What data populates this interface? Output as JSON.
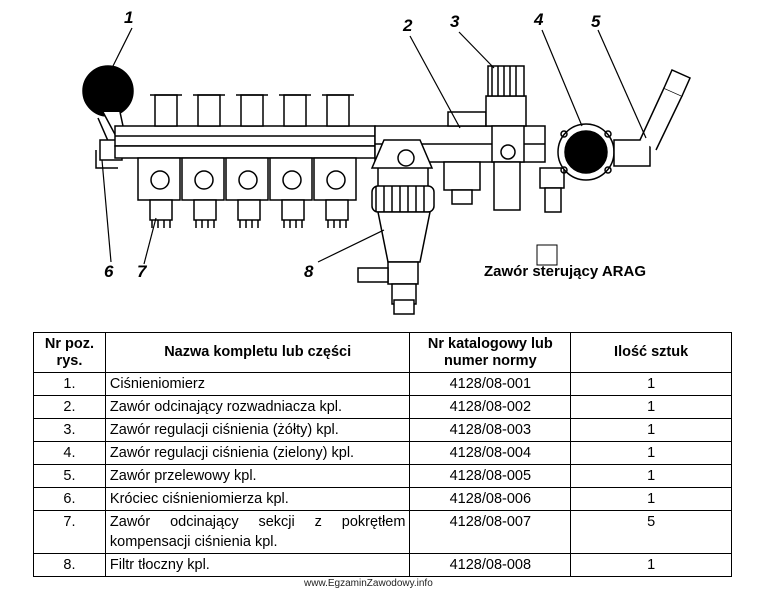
{
  "drawing": {
    "callouts": [
      "1",
      "2",
      "3",
      "4",
      "5",
      "6",
      "7",
      "8"
    ],
    "caption": "Zawór sterujący ARAG"
  },
  "table": {
    "headers": {
      "col1": "Nr poz. rys.",
      "col2": "Nazwa kompletu lub części",
      "col3": "Nr katalogowy lub numer normy",
      "col4": "Ilość sztuk"
    },
    "rows": [
      {
        "nr": "1.",
        "name": "Ciśnieniomierz",
        "catalog": "4128/08-001",
        "qty": "1"
      },
      {
        "nr": "2.",
        "name": "Zawór odcinający rozwadniacza kpl.",
        "catalog": "4128/08-002",
        "qty": "1"
      },
      {
        "nr": "3.",
        "name": "Zawór regulacji ciśnienia (żółty) kpl.",
        "catalog": "4128/08-003",
        "qty": "1"
      },
      {
        "nr": "4.",
        "name": "Zawór regulacji ciśnienia (zielony) kpl.",
        "catalog": "4128/08-004",
        "qty": "1"
      },
      {
        "nr": "5.",
        "name": "Zawór przelewowy kpl.",
        "catalog": "4128/08-005",
        "qty": "1"
      },
      {
        "nr": "6.",
        "name": "Króciec ciśnieniomierza kpl.",
        "catalog": "4128/08-006",
        "qty": "1"
      },
      {
        "nr": "7.",
        "name_line1": "Zawór odcinający sekcji z pokrętłem",
        "name_line2": "kompensacji ciśnienia kpl.",
        "catalog": "4128/08-007",
        "qty": "5"
      },
      {
        "nr": "8.",
        "name": "Filtr tłoczny kpl.",
        "catalog": "4128/08-008",
        "qty": "1"
      }
    ]
  },
  "footer": "www.EgzaminZawodowy.info"
}
